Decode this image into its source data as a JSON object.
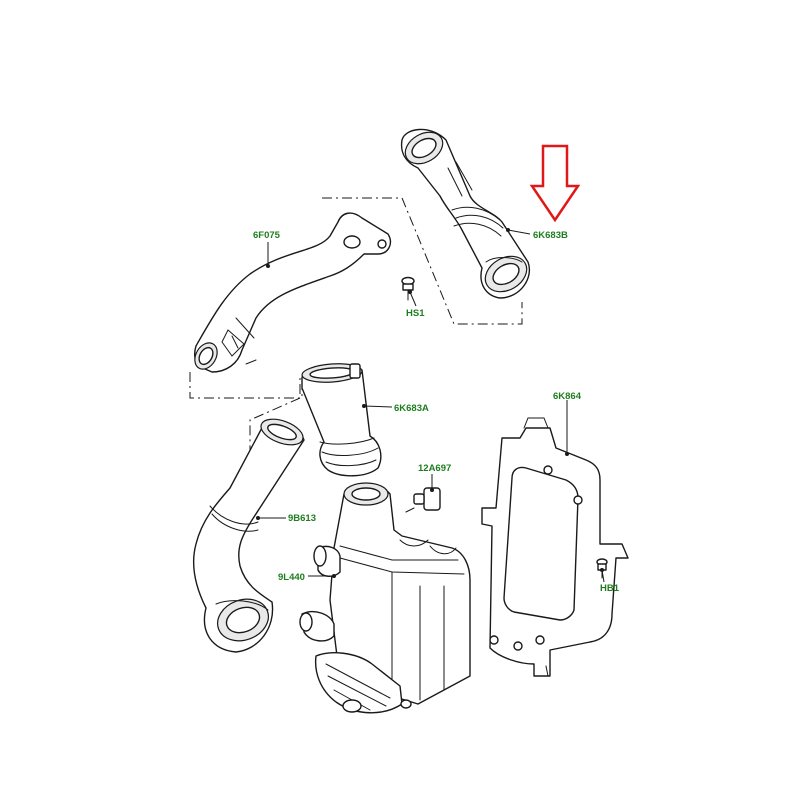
{
  "label_color": "#1e7d1e",
  "arrow_color": "#e01818",
  "labels": {
    "6F075": "6F075",
    "6K683B": "6K683B",
    "HS1": "HS1",
    "6K683A": "6K683A",
    "6K864": "6K864",
    "12A697": "12A697",
    "9B613": "9B613",
    "9L440": "9L440",
    "HB1": "HB1"
  },
  "highlight": {
    "part": "6K683B",
    "marker": "down-arrow"
  }
}
